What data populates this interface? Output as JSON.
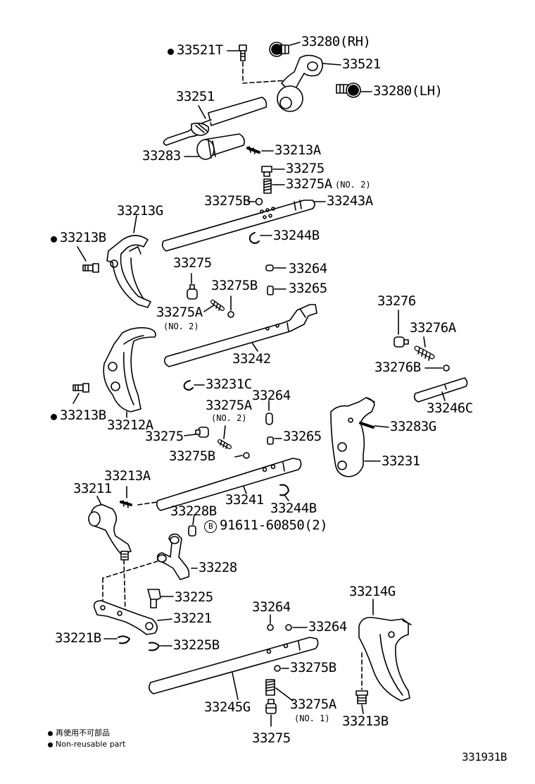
{
  "diagram": {
    "code": "331931B",
    "legend": {
      "jp": "再使用不可部品",
      "en": "Non-reusable part"
    },
    "labels": {
      "p33521T": "33521T",
      "p33280RH": "33280(RH)",
      "p33521": "33521",
      "p33280LH": "33280(LH)",
      "p33251": "33251",
      "p33283": "33283",
      "p33213A_top": "33213A",
      "p33275_top": "33275",
      "p33275A_top": "33275A",
      "p33275A_top_no": "(NO. 2)",
      "p33275B_top": "33275B",
      "p33243A": "33243A",
      "p33213G": "33213G",
      "p33213B_1": "33213B",
      "p33244B_1": "33244B",
      "p33275_mid": "33275",
      "p33264_1": "33264",
      "p33275B_mid": "33275B",
      "p33265_1": "33265",
      "p33275A_mid": "33275A",
      "p33275A_mid_no": "(NO. 2)",
      "p33276": "33276",
      "p33276A": "33276A",
      "p33242": "33242",
      "p33276B": "33276B",
      "p33246C": "33246C",
      "p33231C": "33231C",
      "p33264_2": "33264",
      "p33275A_low": "33275A",
      "p33275A_low_no": "(NO. 2)",
      "p33213B_2": "33213B",
      "p33212A": "33212A",
      "p33283G": "33283G",
      "p33275_low": "33275",
      "p33265_2": "33265",
      "p33231": "33231",
      "p33275B_low": "33275B",
      "p33213A_low": "33213A",
      "p33211": "33211",
      "p33241": "33241",
      "p33244B_2": "33244B",
      "p33228B": "33228B",
      "p91611": "91611-60850(2)",
      "p91611_mark": "B",
      "p33228": "33228",
      "p33225": "33225",
      "p33221": "33221",
      "p33221B": "33221B",
      "p33225B": "33225B",
      "p33264_3": "33264",
      "p33264_4": "33264",
      "p33214G": "33214G",
      "p33275B_bot": "33275B",
      "p33245G": "33245G",
      "p33275A_bot": "33275A",
      "p33275A_bot_no": "(NO. 1)",
      "p33213B_3": "33213B",
      "p33275_bot": "33275"
    }
  }
}
